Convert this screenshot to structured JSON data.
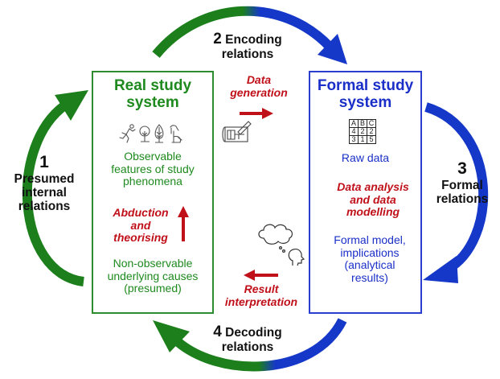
{
  "colors": {
    "green": "#1e8a1e",
    "blue": "#1a2fc8",
    "red": "#c0101a",
    "black": "#111111"
  },
  "relations": {
    "r1": {
      "number": "1",
      "label": "Presumed internal relations",
      "line1": "Presumed",
      "line2": "internal",
      "line3": "relations"
    },
    "r2": {
      "number": "2",
      "line1": "Encoding",
      "line2": "relations"
    },
    "r3": {
      "number": "3",
      "line1": "Formal",
      "line2": "relations"
    },
    "r4": {
      "number": "4",
      "line1": "Decoding",
      "line2": "relations"
    }
  },
  "real_system": {
    "title_line1": "Real study",
    "title_line2": "system",
    "icons": [
      "runner-icon",
      "deciduous-tree-icon",
      "conifer-tree-icon",
      "dog-icon"
    ],
    "observable": {
      "line1": "Observable",
      "line2": "features of study",
      "line3": "phenomena"
    },
    "process": {
      "line1": "Abduction",
      "line2": "and",
      "line3": "theorising"
    },
    "unobservable": {
      "line1": "Non-observable",
      "line2": "underlying causes",
      "line3": "(presumed)"
    }
  },
  "formal_system": {
    "title_line1": "Formal study",
    "title_line2": "system",
    "raw_table": [
      [
        "A",
        "B",
        "C"
      ],
      [
        "4",
        "2",
        "2"
      ],
      [
        "3",
        "1",
        "5"
      ]
    ],
    "raw_label": "Raw data",
    "process": {
      "line1": "Data analysis",
      "line2": "and data",
      "line3": "modelling"
    },
    "model": {
      "line1": "Formal model,",
      "line2": "implications",
      "line3": "(analytical",
      "line4": "results)"
    }
  },
  "transitions": {
    "generation": {
      "line1": "Data",
      "line2": "generation"
    },
    "interpretation": {
      "line1": "Result",
      "line2": "interpretation"
    }
  }
}
